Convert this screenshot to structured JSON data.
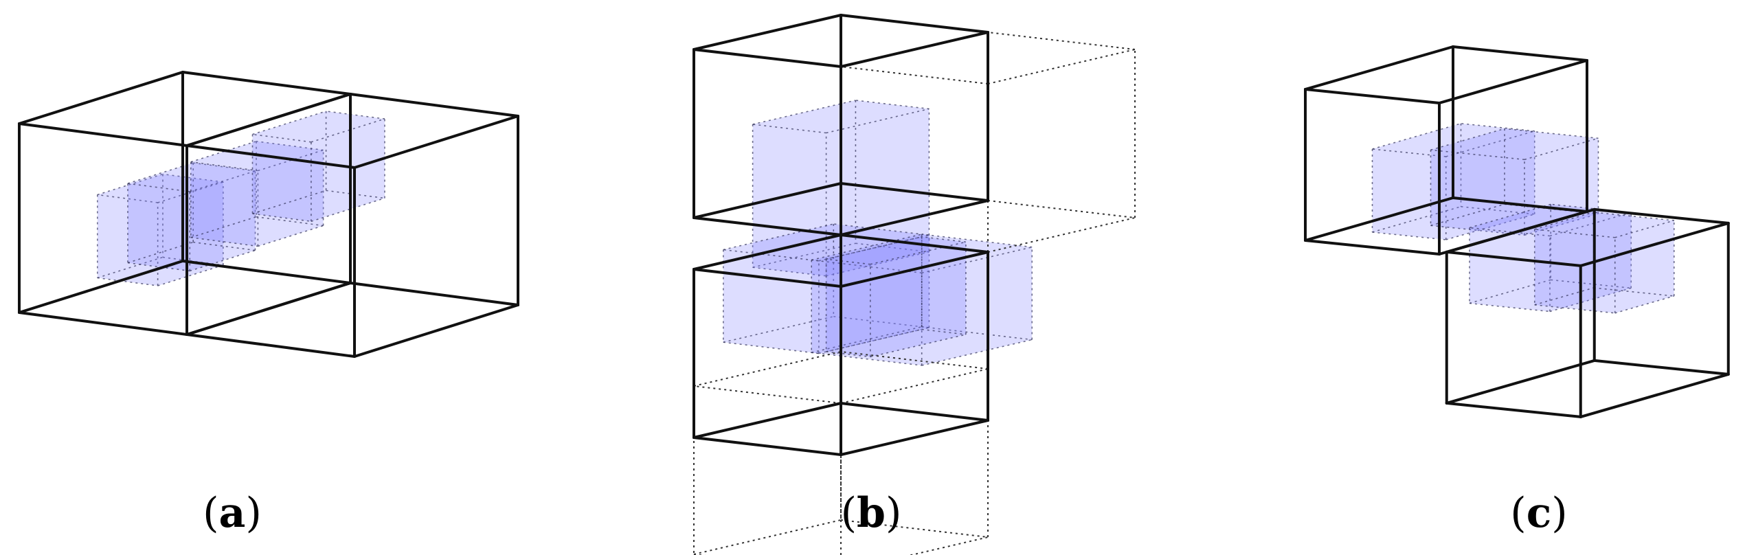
{
  "colors": {
    "cell_fill": "#8080ff",
    "wireframe": "#111111"
  },
  "panels": [
    {
      "id": "a",
      "label_open": "(",
      "label": "a",
      "label_close": ")"
    },
    {
      "id": "b",
      "label_open": "(",
      "label": "b",
      "label_close": ")"
    },
    {
      "id": "c",
      "label_open": "(",
      "label": "c",
      "label_close": ")"
    }
  ]
}
